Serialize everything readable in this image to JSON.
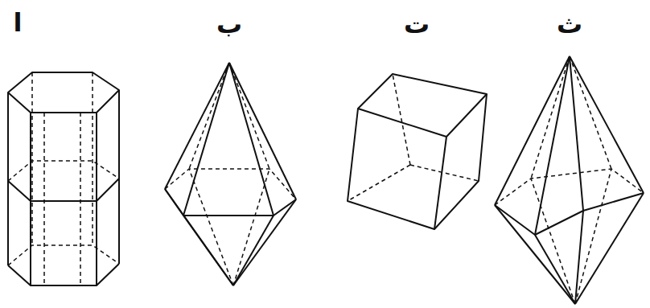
{
  "diagram": {
    "labels": [
      "ا",
      "ب",
      "ت",
      "ث"
    ]
  }
}
